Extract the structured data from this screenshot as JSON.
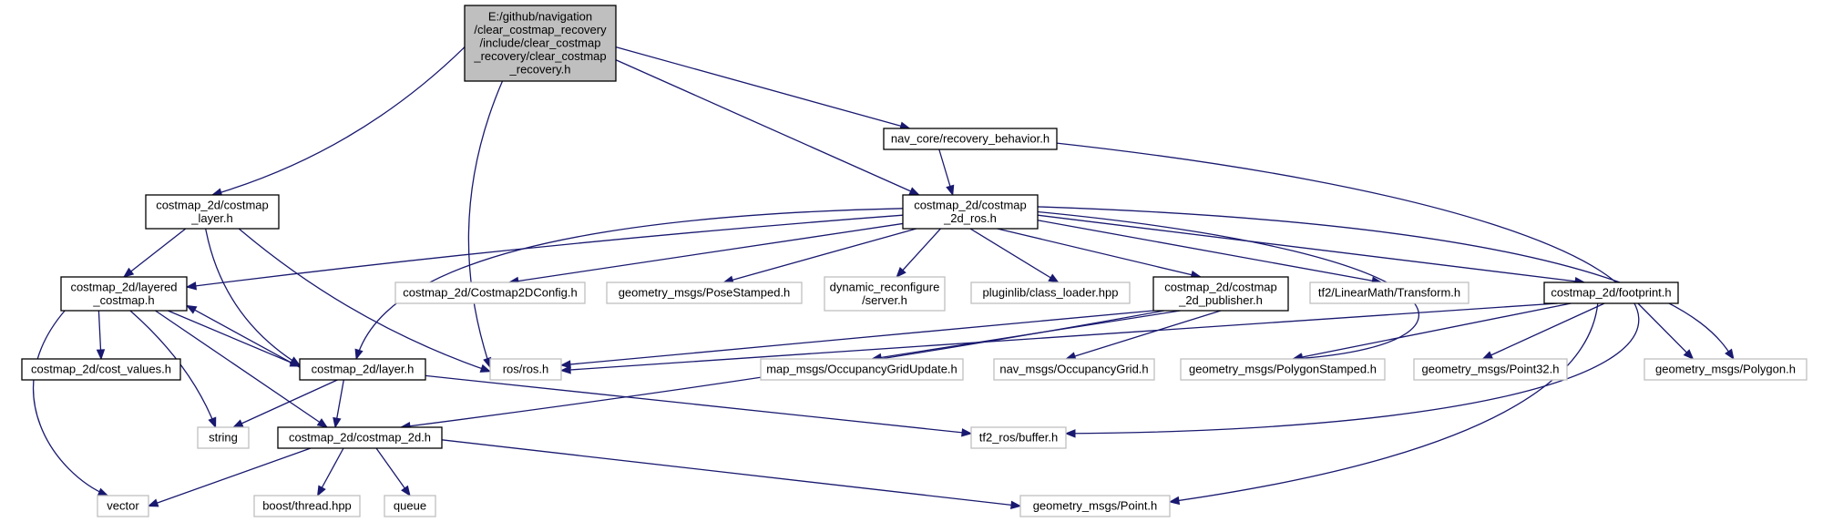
{
  "diagram": {
    "type": "include-dependency-graph",
    "colors": {
      "edge": "#191970",
      "root_fill": "#bfbfbf",
      "box_border": "#000000",
      "external_border": "#bfbfbf",
      "background": "#ffffff"
    },
    "nodes": [
      {
        "id": "root",
        "kind": "root",
        "lines": [
          "E:/github/navigation",
          "/clear_costmap_recovery",
          "/include/clear_costmap",
          "_recovery/clear_costmap",
          "_recovery.h"
        ]
      },
      {
        "id": "recovery_behavior",
        "kind": "doc",
        "lines": [
          "nav_core/recovery_behavior.h"
        ]
      },
      {
        "id": "costmap_layer",
        "kind": "doc",
        "lines": [
          "costmap_2d/costmap",
          "_layer.h"
        ]
      },
      {
        "id": "costmap_2d_ros",
        "kind": "doc",
        "lines": [
          "costmap_2d/costmap",
          "_2d_ros.h"
        ]
      },
      {
        "id": "layered_costmap",
        "kind": "doc",
        "lines": [
          "costmap_2d/layered",
          "_costmap.h"
        ]
      },
      {
        "id": "costmap2dconfig",
        "kind": "ext",
        "lines": [
          "costmap_2d/Costmap2DConfig.h"
        ]
      },
      {
        "id": "posestamped",
        "kind": "ext",
        "lines": [
          "geometry_msgs/PoseStamped.h"
        ]
      },
      {
        "id": "dynreconf",
        "kind": "ext",
        "lines": [
          "dynamic_reconfigure",
          "/server.h"
        ]
      },
      {
        "id": "class_loader",
        "kind": "ext",
        "lines": [
          "pluginlib/class_loader.hpp"
        ]
      },
      {
        "id": "costmap_2d_publisher",
        "kind": "doc",
        "lines": [
          "costmap_2d/costmap",
          "_2d_publisher.h"
        ]
      },
      {
        "id": "tf2_transform",
        "kind": "ext",
        "lines": [
          "tf2/LinearMath/Transform.h"
        ]
      },
      {
        "id": "footprint",
        "kind": "doc",
        "lines": [
          "costmap_2d/footprint.h"
        ]
      },
      {
        "id": "cost_values",
        "kind": "doc",
        "lines": [
          "costmap_2d/cost_values.h"
        ]
      },
      {
        "id": "ros_h",
        "kind": "ext",
        "lines": [
          "ros/ros.h"
        ]
      },
      {
        "id": "layer_h",
        "kind": "doc",
        "lines": [
          "costmap_2d/layer.h"
        ]
      },
      {
        "id": "occ_grid_update",
        "kind": "ext",
        "lines": [
          "map_msgs/OccupancyGridUpdate.h"
        ]
      },
      {
        "id": "occ_grid",
        "kind": "ext",
        "lines": [
          "nav_msgs/OccupancyGrid.h"
        ]
      },
      {
        "id": "polygon_stamped",
        "kind": "ext",
        "lines": [
          "geometry_msgs/PolygonStamped.h"
        ]
      },
      {
        "id": "point32",
        "kind": "ext",
        "lines": [
          "geometry_msgs/Point32.h"
        ]
      },
      {
        "id": "polygon",
        "kind": "ext",
        "lines": [
          "geometry_msgs/Polygon.h"
        ]
      },
      {
        "id": "string",
        "kind": "ext",
        "lines": [
          "string"
        ]
      },
      {
        "id": "costmap_2d_h",
        "kind": "doc",
        "lines": [
          "costmap_2d/costmap_2d.h"
        ]
      },
      {
        "id": "tf2_buffer",
        "kind": "ext",
        "lines": [
          "tf2_ros/buffer.h"
        ]
      },
      {
        "id": "vector",
        "kind": "ext",
        "lines": [
          "vector"
        ]
      },
      {
        "id": "boost_thread",
        "kind": "ext",
        "lines": [
          "boost/thread.hpp"
        ]
      },
      {
        "id": "queue",
        "kind": "ext",
        "lines": [
          "queue"
        ]
      },
      {
        "id": "point",
        "kind": "ext",
        "lines": [
          "geometry_msgs/Point.h"
        ]
      }
    ],
    "edges": [
      [
        "root",
        "recovery_behavior"
      ],
      [
        "root",
        "costmap_layer"
      ],
      [
        "root",
        "costmap_2d_ros"
      ],
      [
        "root",
        "ros_h"
      ],
      [
        "recovery_behavior",
        "costmap_2d_ros"
      ],
      [
        "recovery_behavior",
        "tf2_buffer"
      ],
      [
        "costmap_layer",
        "layered_costmap"
      ],
      [
        "costmap_layer",
        "layer_h"
      ],
      [
        "costmap_layer",
        "ros_h"
      ],
      [
        "costmap_2d_ros",
        "layered_costmap"
      ],
      [
        "costmap_2d_ros",
        "costmap2dconfig"
      ],
      [
        "costmap_2d_ros",
        "posestamped"
      ],
      [
        "costmap_2d_ros",
        "dynreconf"
      ],
      [
        "costmap_2d_ros",
        "class_loader"
      ],
      [
        "costmap_2d_ros",
        "costmap_2d_publisher"
      ],
      [
        "costmap_2d_ros",
        "tf2_transform"
      ],
      [
        "costmap_2d_ros",
        "footprint"
      ],
      [
        "costmap_2d_ros",
        "polygon_stamped"
      ],
      [
        "costmap_2d_ros",
        "polygon"
      ],
      [
        "costmap_2d_ros",
        "layer_h"
      ],
      [
        "layered_costmap",
        "cost_values"
      ],
      [
        "layered_costmap",
        "layer_h"
      ],
      [
        "layered_costmap",
        "string"
      ],
      [
        "layered_costmap",
        "costmap_2d_h"
      ],
      [
        "layered_costmap",
        "vector"
      ],
      [
        "layer_h",
        "layered_costmap"
      ],
      [
        "layer_h",
        "string"
      ],
      [
        "layer_h",
        "costmap_2d_h"
      ],
      [
        "layer_h",
        "tf2_buffer"
      ],
      [
        "costmap_2d_publisher",
        "ros_h"
      ],
      [
        "costmap_2d_publisher",
        "occ_grid_update"
      ],
      [
        "costmap_2d_publisher",
        "occ_grid"
      ],
      [
        "costmap_2d_publisher",
        "costmap_2d_h"
      ],
      [
        "footprint",
        "ros_h"
      ],
      [
        "footprint",
        "polygon_stamped"
      ],
      [
        "footprint",
        "point32"
      ],
      [
        "footprint",
        "polygon"
      ],
      [
        "footprint",
        "point"
      ],
      [
        "costmap_2d_h",
        "vector"
      ],
      [
        "costmap_2d_h",
        "boost_thread"
      ],
      [
        "costmap_2d_h",
        "queue"
      ],
      [
        "costmap_2d_h",
        "point"
      ]
    ]
  }
}
